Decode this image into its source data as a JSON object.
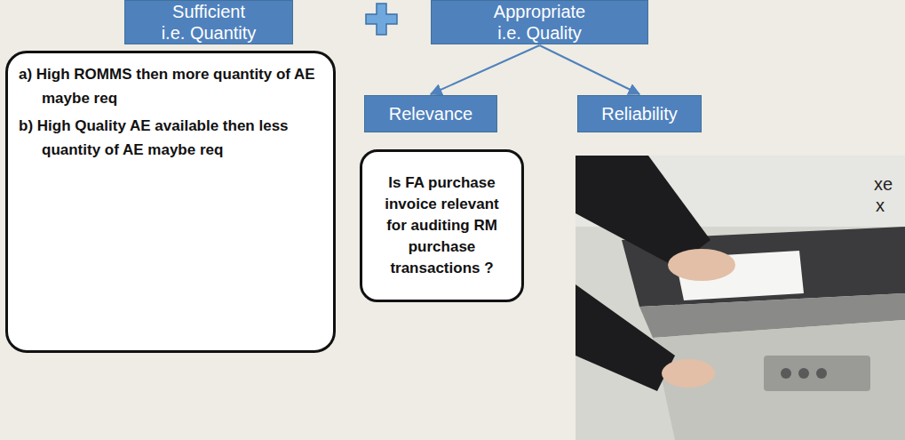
{
  "diagram": {
    "nodes": [
      {
        "text": [
          "Sufficient",
          "i.e. Quantity"
        ]
      },
      {
        "text": [
          "Appropriate",
          "i.e. Quality"
        ]
      },
      {
        "text": [
          "a) High ROMMS then more quantity of AE maybe req",
          "b) High Quality AE available then less quantity of AE maybe req"
        ]
      },
      {
        "text": [
          "Relevance"
        ]
      },
      {
        "text": [
          "Reliability"
        ]
      },
      {
        "text": [
          "Is FA purchase invoice relevant for auditing RM purchase transactions ?"
        ]
      }
    ],
    "edges": [
      {
        "from": 1,
        "to": 3,
        "arrow": "to"
      },
      {
        "from": 1,
        "to": 4,
        "arrow": "to"
      }
    ],
    "labels": [
      "xe",
      "x"
    ]
  }
}
